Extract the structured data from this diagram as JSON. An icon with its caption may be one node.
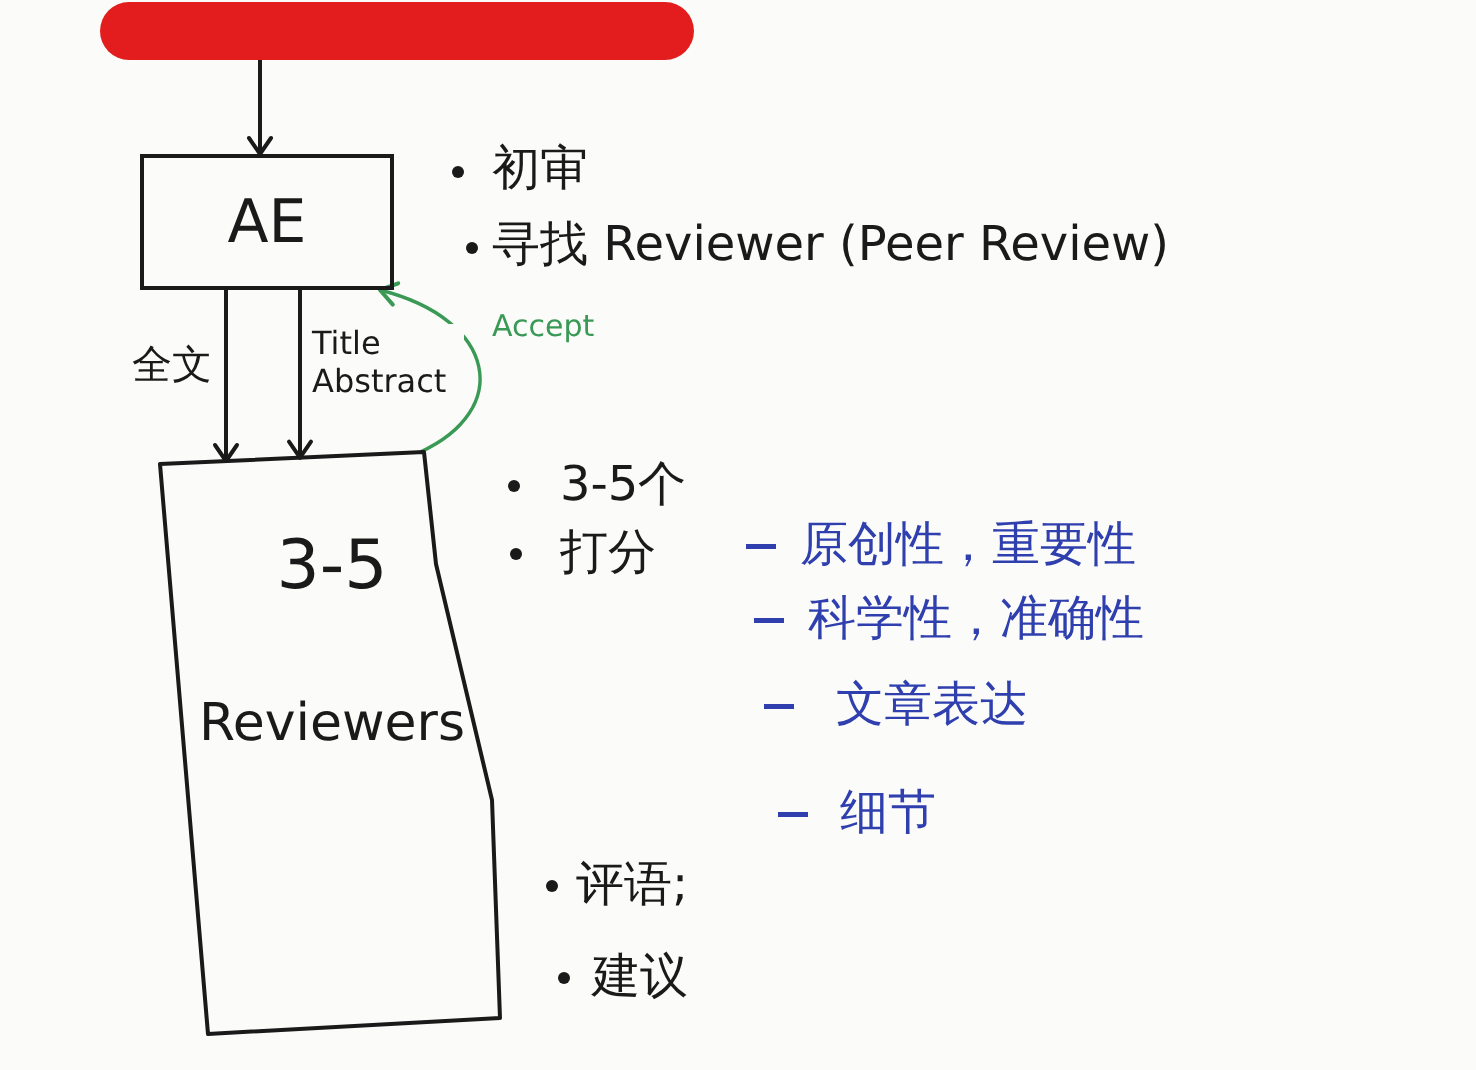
{
  "diagram": {
    "nodes": [
      {
        "text": [],
        "shape": "bar"
      },
      {
        "text": [
          "AE"
        ]
      },
      {
        "text": [
          "3-5",
          "Reviewers"
        ]
      }
    ],
    "edges": [
      {
        "from": 0,
        "to": 1,
        "arrow": "to"
      },
      {
        "from": 1,
        "to": 2,
        "arrow": "to",
        "label": "全文"
      },
      {
        "from": 1,
        "to": 2,
        "arrow": "to",
        "label": "Title Abstract"
      },
      {
        "from": 2,
        "to": 1,
        "arrow": "to",
        "label": "Accept",
        "color": "#3a9a55"
      }
    ],
    "labels": [
      "初审",
      "寻找 Reviewer (Peer Review)",
      "3-5个",
      "打分",
      "原创性，重要性",
      "科学性，准确性",
      "文章表达",
      "细节",
      "评语;",
      "建议"
    ]
  }
}
